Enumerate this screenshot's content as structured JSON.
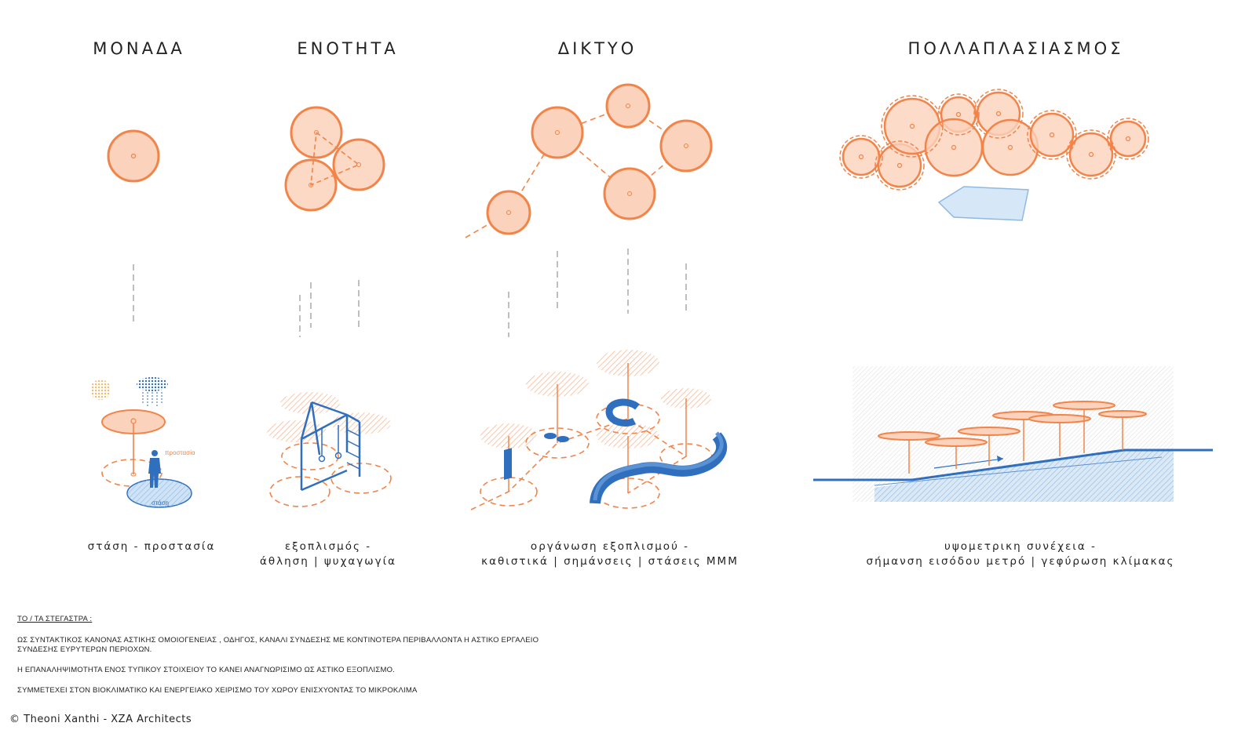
{
  "titles": {
    "unit": "ΜΟΝΑΔΑ",
    "group": "ΕΝΟΤΗΤΑ",
    "network": "ΔΙΚΤΥΟ",
    "multiplication": "ΠΟΛΛΑΠΛΑΣΙΑΣΜΟΣ"
  },
  "captions": {
    "unit": [
      "στάση - προστασία"
    ],
    "group": [
      "εξοπλισμός -",
      "άθληση | ψυχαγωγία"
    ],
    "network": [
      "οργάνωση εξοπλισμού -",
      "καθιστικά | σημάνσεις | στάσεις ΜΜΜ"
    ],
    "multiplication": [
      "υψομετρικη συνέχεια -",
      "σήμανση εισόδου μετρό | γεφύρωση κλίμακας"
    ]
  },
  "diagram_labels": {
    "protection": "προστασία",
    "stop": "στάση"
  },
  "notes": {
    "heading": "ΤΟ / ΤΑ ΣΤΕΓΑΣΤΡΑ :",
    "p1": "ΩΣ ΣΥΝΤΑΚΤΙΚΟΣ ΚΑΝΟΝΑΣ ΑΣΤΙΚΗΣ ΟΜΟΙΟΓΕΝΕΙΑΣ , ΟΔΗΓΟΣ, ΚΑΝΑΛΙ ΣΥΝΔΕΣΗΣ ΜΕ ΚΟΝΤΙΝΟΤΕΡΑ ΠΕΡΙΒΑΛΛΟΝΤΑ Η ΑΣΤΙΚΟ ΕΡΓΑΛΕΙΟ ΣΥΝΔΕΣΗΣ ΕΥΡΥΤΕΡΩΝ ΠΕΡΙΟΧΩΝ.",
    "p2": "Η ΕΠΑΝΑΛΗΨΙΜΟΤΗΤΑ ΕΝΟΣ ΤΥΠΙΚΟΥ ΣΤΟΙΧΕΙΟΥ ΤΟ ΚΑΝΕΙ ΑΝΑΓΝΩΡΙΣΙΜΟ ΩΣ ΑΣΤΙΚΟ ΕΞΟΠΛΙΣΜΟ.",
    "p3": "ΣΥΜΜΕΤΕΧΕΙ ΣΤΟΝ ΒΙΟΚΛΙΜΑΤΙΚΟ ΚΑΙ ΕΝΕΡΓΕΙΑΚΟ ΧΕΙΡΙΣΜΟ ΤΟΥ ΧΩΡΟΥ ΕΝΙΣΧΥΟΝΤΑΣ ΤΟ ΜΙΚΡΟΚΛΙΜΑ"
  },
  "credit": "© Theoni Xanthi - XZA Architects",
  "colors": {
    "orange": "#f28449",
    "orange_fill": "#fbd2bb",
    "blue": "#2f6fbe",
    "light_blue": "#cfe3f6",
    "gray_dash": "#aaaaaa",
    "sun": "#f6b96a"
  }
}
